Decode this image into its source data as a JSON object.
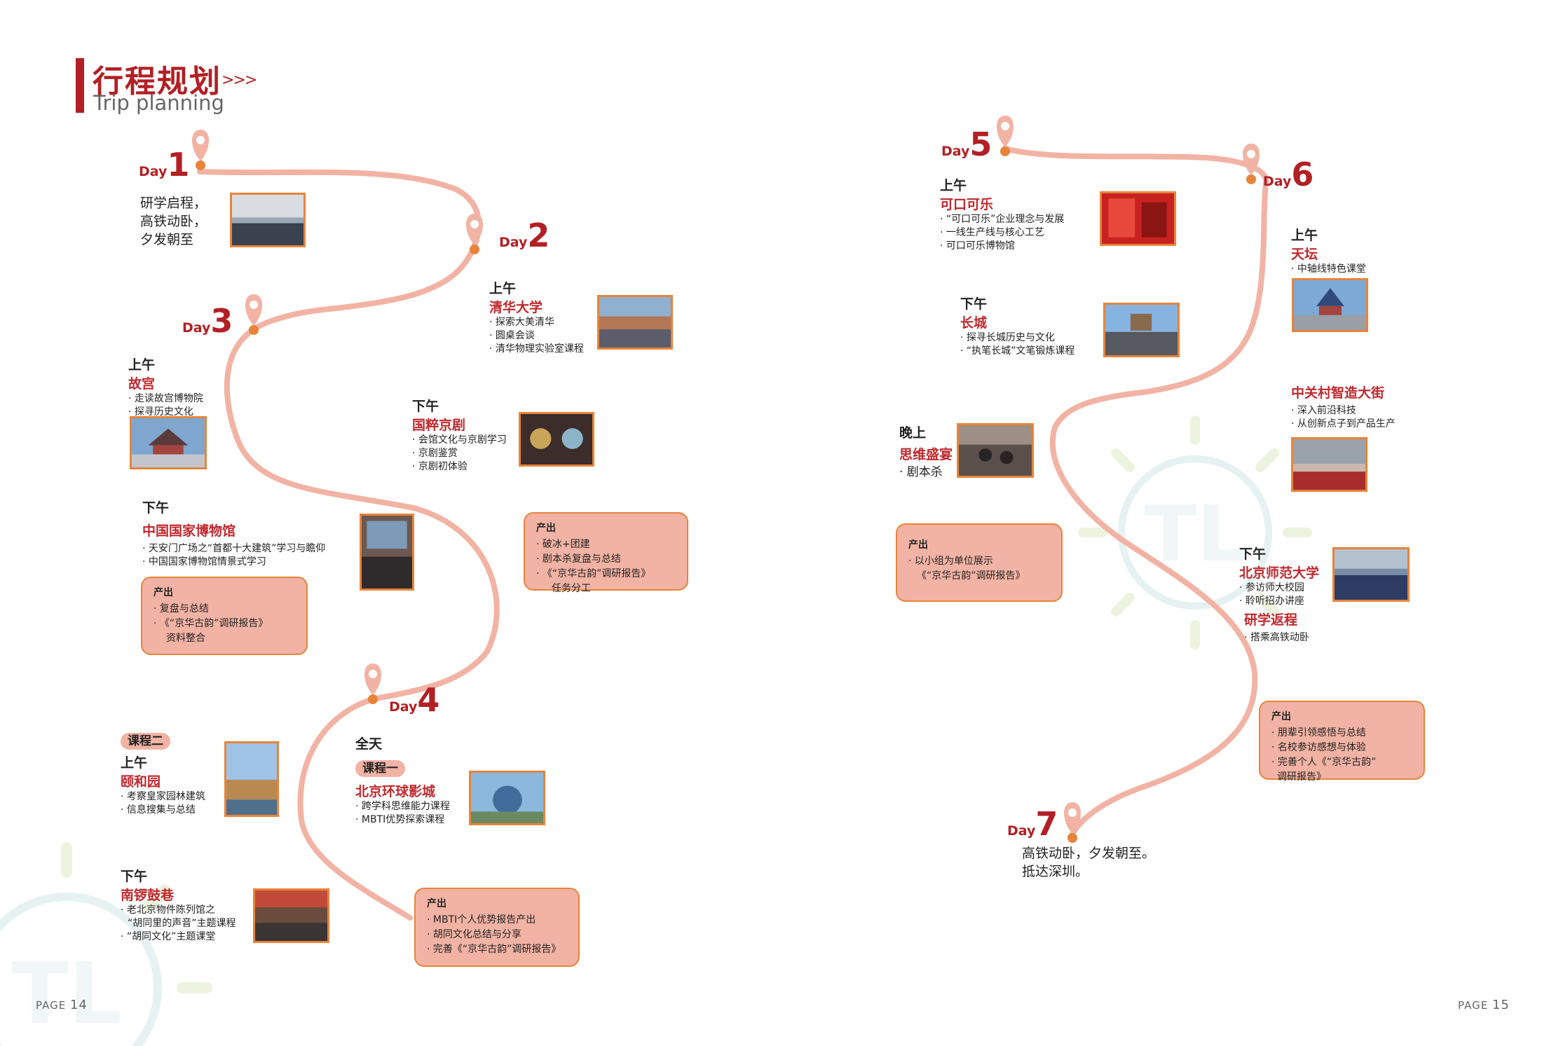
{
  "header": {
    "title": "行程规划",
    "arrows": ">>>",
    "subtitle": "Trip planning"
  },
  "day_prefix": "Day",
  "days": {
    "d1": {
      "num": "1",
      "lines": [
        "研学启程，",
        "高铁动卧，",
        "夕发朝至"
      ]
    },
    "d2": {
      "num": "2",
      "am": {
        "label": "上午",
        "place": "清华大学",
        "items": [
          "· 探索大美清华",
          "· 圆桌会谈",
          "· 清华物理实验室课程"
        ]
      },
      "pm": {
        "label": "下午",
        "place": "国粹京剧",
        "items": [
          "· 会馆文化与京剧学习",
          "· 京剧鉴赏",
          "· 京剧初体验"
        ]
      },
      "output": {
        "title": "产出",
        "items": [
          "· 破冰+团建",
          "· 剧本杀复盘与总结",
          "· 《“京华古韵”调研报告》",
          "任务分工"
        ]
      }
    },
    "d3": {
      "num": "3",
      "am": {
        "label": "上午",
        "place": "故宫",
        "items": [
          "· 走读故宫博物院",
          "· 探寻历史文化"
        ]
      },
      "pm": {
        "label": "下午",
        "place": "中国国家博物馆",
        "items": [
          "· 天安门广场之“首都十大建筑”学习与瞻仰",
          "· 中国国家博物馆情景式学习"
        ]
      },
      "output": {
        "title": "产出",
        "items": [
          "· 复盘与总结",
          "· 《“京华古韵”调研报告》",
          "资料整合"
        ]
      }
    },
    "d4": {
      "num": "4",
      "allday": {
        "label": "全天",
        "tag": "课程一",
        "place": "北京环球影城",
        "items": [
          "· 跨学科思维能力课程",
          "· MBTI优势探索课程"
        ]
      },
      "course2": {
        "tag": "课程二",
        "label": "上午",
        "place": "颐和园",
        "items": [
          "· 考察皇家园林建筑",
          "· 信息搜集与总结"
        ]
      },
      "pm": {
        "label": "下午",
        "place": "南锣鼓巷",
        "items": [
          "· 老北京物件陈列馆之",
          "“胡同里的声音”主题课程",
          "· “胡同文化”主题课堂"
        ]
      },
      "output": {
        "title": "产出",
        "items": [
          "· MBTI个人优势报告产出",
          "· 胡同文化总结与分享",
          "· 完善《“京华古韵”调研报告》"
        ]
      }
    },
    "d5": {
      "num": "5",
      "am": {
        "label": "上午",
        "place": "可口可乐",
        "items": [
          "· “可口可乐”企业理念与发展",
          "· 一线生产线与核心工艺",
          "· 可口可乐博物馆"
        ]
      },
      "pm": {
        "label": "下午",
        "place": "长城",
        "items": [
          "· 探寻长城历史与文化",
          "· “执笔长城”文笔锻炼课程"
        ]
      },
      "eve": {
        "label": "晚上",
        "place": "思维盛宴",
        "items": [
          "· 剧本杀"
        ]
      },
      "output": {
        "title": "产出",
        "items": [
          "· 以小组为单位展示",
          "《“京华古韵”调研报告》"
        ]
      }
    },
    "d6": {
      "num": "6",
      "am": {
        "label": "上午",
        "place": "天坛",
        "items": [
          "· 中轴线特色课堂"
        ]
      },
      "zgc": {
        "place": "中关村智造大街",
        "items": [
          "· 深入前沿科技",
          "· 从创新点子到产品生产"
        ]
      },
      "pm": {
        "label": "下午",
        "place": "北京师范大学",
        "items": [
          "· 参访师大校园",
          "· 聆听招办讲座"
        ]
      },
      "ret": {
        "place": "研学返程",
        "items": [
          "· 搭乘高铁动卧"
        ]
      },
      "output": {
        "title": "产出",
        "items": [
          "· 朋辈引领感悟与总结",
          "· 名校参访感想与体验",
          "· 完善个人《“京华古韵”",
          "调研报告》"
        ]
      }
    },
    "d7": {
      "num": "7",
      "lines": [
        "高铁动卧，夕发朝至。",
        "抵达深圳。"
      ]
    }
  },
  "watermark": "TL",
  "pages": {
    "prefix": "PAGE",
    "left": "14",
    "right": "15"
  },
  "colors": {
    "accent": "#b21f24",
    "path": "#f2b3a4",
    "border": "#e8843a",
    "pin": "#f2b3a4",
    "pin_dot": "#e8843a"
  }
}
